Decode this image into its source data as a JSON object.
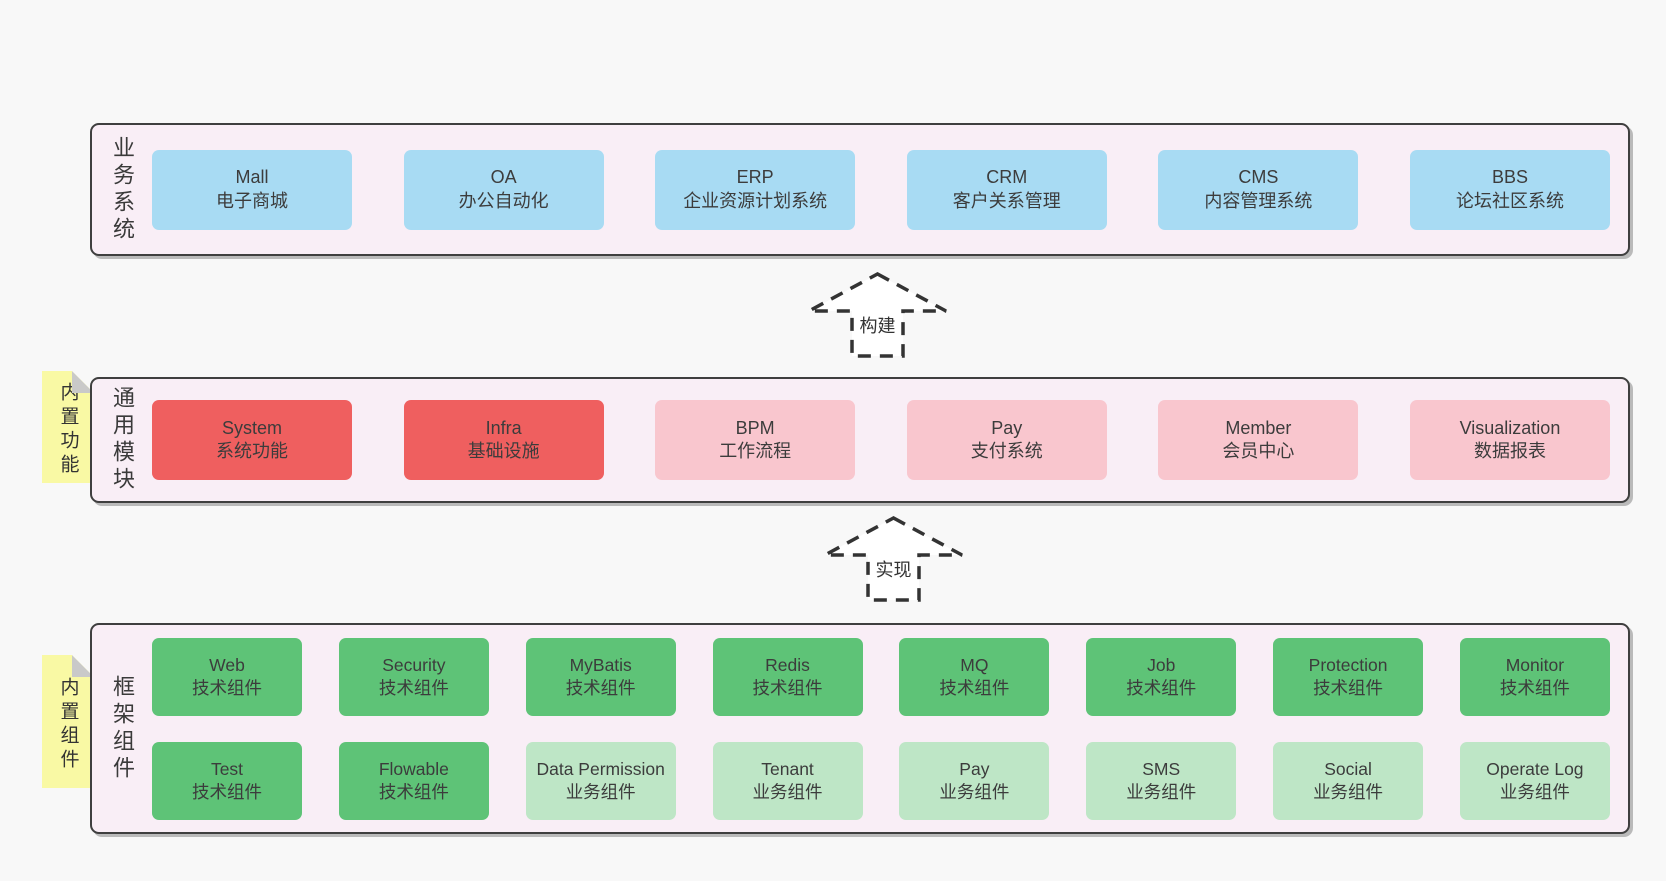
{
  "colors": {
    "page_bg": "#f8f8f8",
    "container": "#f9eef6",
    "container_border": "#3f3f3f",
    "blue": "#a8dbf3",
    "red": "#ef5f5f",
    "pink": "#f9c6ce",
    "green": "#5ec377",
    "lightgreen": "#bee6c6",
    "tag": "#f9f9a4",
    "fold": "#c9c9c9"
  },
  "arrows": [
    {
      "label": "构建"
    },
    {
      "label": "实现"
    }
  ],
  "layers": [
    {
      "label": "业务系统",
      "tag": null,
      "rows": [
        [
          {
            "name": "Mall",
            "sub": "电子商城",
            "color": "blue"
          },
          {
            "name": "OA",
            "sub": "办公自动化",
            "color": "blue"
          },
          {
            "name": "ERP",
            "sub": "企业资源计划系统",
            "color": "blue"
          },
          {
            "name": "CRM",
            "sub": "客户关系管理",
            "color": "blue"
          },
          {
            "name": "CMS",
            "sub": "内容管理系统",
            "color": "blue"
          },
          {
            "name": "BBS",
            "sub": "论坛社区系统",
            "color": "blue"
          }
        ]
      ]
    },
    {
      "label": "通用模块",
      "tag": "内置功能",
      "rows": [
        [
          {
            "name": "System",
            "sub": "系统功能",
            "color": "red"
          },
          {
            "name": "Infra",
            "sub": "基础设施",
            "color": "red"
          },
          {
            "name": "BPM",
            "sub": "工作流程",
            "color": "pink"
          },
          {
            "name": "Pay",
            "sub": "支付系统",
            "color": "pink"
          },
          {
            "name": "Member",
            "sub": "会员中心",
            "color": "pink"
          },
          {
            "name": "Visualization",
            "sub": "数据报表",
            "color": "pink"
          }
        ]
      ]
    },
    {
      "label": "框架组件",
      "tag": "内置组件",
      "rows": [
        [
          {
            "name": "Web",
            "sub": "技术组件",
            "color": "green"
          },
          {
            "name": "Security",
            "sub": "技术组件",
            "color": "green"
          },
          {
            "name": "MyBatis",
            "sub": "技术组件",
            "color": "green"
          },
          {
            "name": "Redis",
            "sub": "技术组件",
            "color": "green"
          },
          {
            "name": "MQ",
            "sub": "技术组件",
            "color": "green"
          },
          {
            "name": "Job",
            "sub": "技术组件",
            "color": "green"
          },
          {
            "name": "Protection",
            "sub": "技术组件",
            "color": "green"
          },
          {
            "name": "Monitor",
            "sub": "技术组件",
            "color": "green"
          }
        ],
        [
          {
            "name": "Test",
            "sub": "技术组件",
            "color": "green"
          },
          {
            "name": "Flowable",
            "sub": "技术组件",
            "color": "green"
          },
          {
            "name": "Data Permission",
            "sub": "业务组件",
            "color": "lightgreen"
          },
          {
            "name": "Tenant",
            "sub": "业务组件",
            "color": "lightgreen"
          },
          {
            "name": "Pay",
            "sub": "业务组件",
            "color": "lightgreen"
          },
          {
            "name": "SMS",
            "sub": "业务组件",
            "color": "lightgreen"
          },
          {
            "name": "Social",
            "sub": "业务组件",
            "color": "lightgreen"
          },
          {
            "name": "Operate Log",
            "sub": "业务组件",
            "color": "lightgreen"
          }
        ]
      ]
    }
  ]
}
